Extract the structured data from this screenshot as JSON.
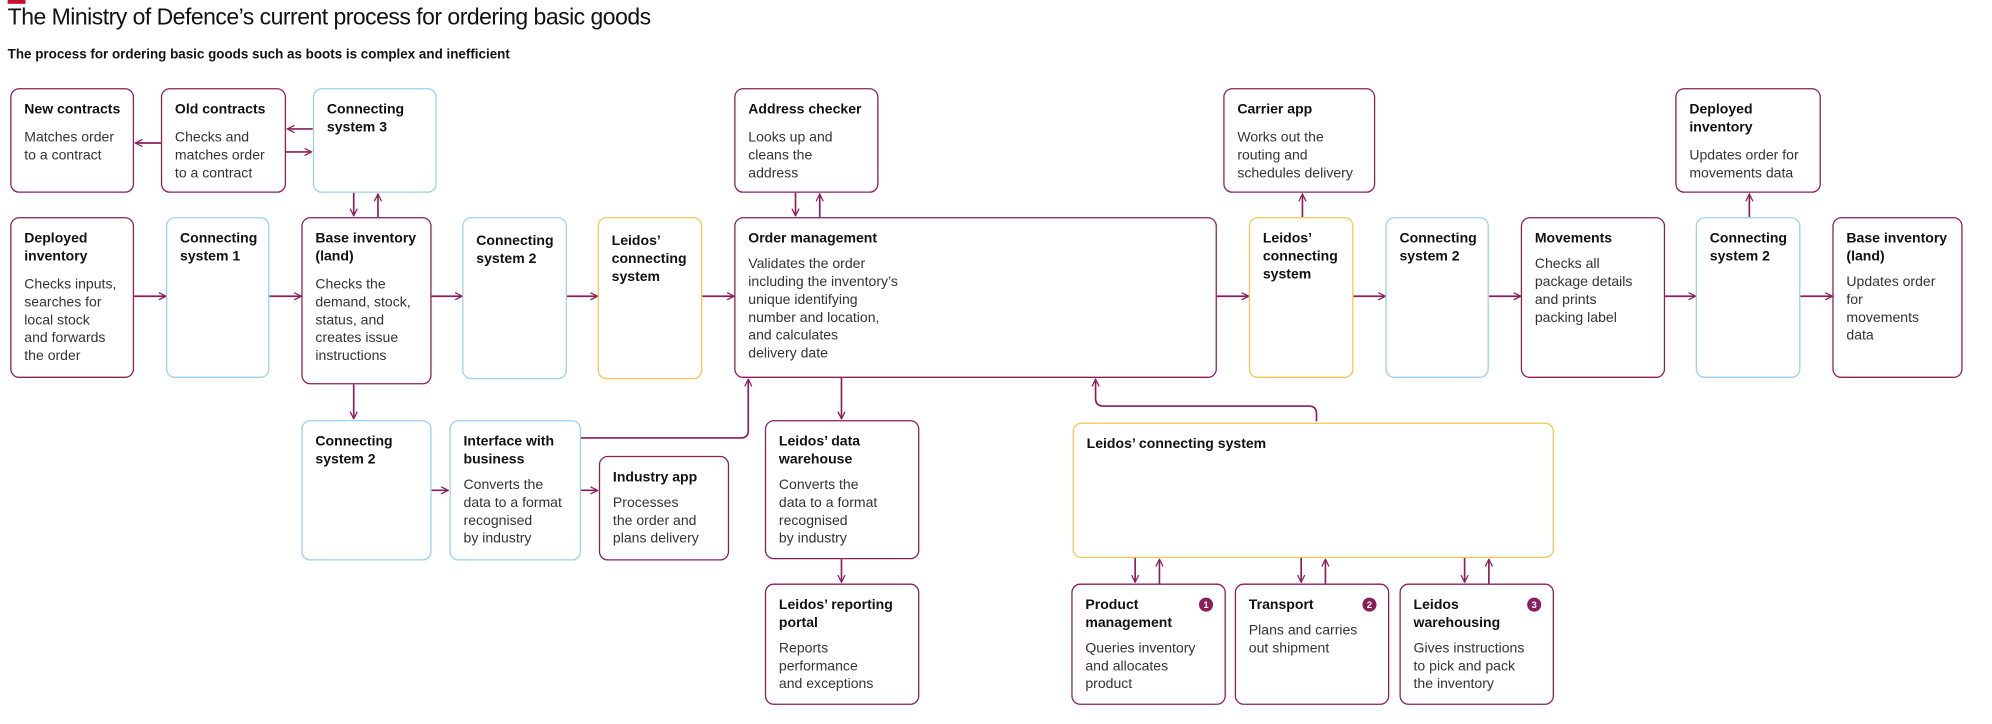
{
  "header": {
    "title": "The Ministry of Defence’s current process for ordering basic goods",
    "subtitle": "The process for ordering basic goods such as boots is complex and inefficient"
  },
  "colors": {
    "internal": "#8b1d5b",
    "connecting_system": "#9ccfee",
    "leidos_system": "#f4c64d",
    "accent_mark": "#c8102e"
  },
  "nodes": [
    {
      "title": "New contracts",
      "desc": "Matches order\nto a contract"
    },
    {
      "title": "Old contracts",
      "desc": "Checks and\nmatches order\nto a contract"
    },
    {
      "title": "Connecting\nsystem 3"
    },
    {
      "title": "Address checker",
      "desc": "Looks up and\ncleans the\naddress"
    },
    {
      "title": "Carrier app",
      "desc": "Works out the\nrouting and\nschedules delivery"
    },
    {
      "title": "Deployed\ninventory",
      "desc": "Updates order for\nmovements data"
    },
    {
      "title": "Deployed\ninventory",
      "desc": "Checks inputs,\nsearches for\nlocal stock\nand forwards\nthe order"
    },
    {
      "title": "Connecting\nsystem 1"
    },
    {
      "title": "Base inventory\n(land)",
      "desc": "Checks the\ndemand, stock,\nstatus, and\ncreates issue\ninstructions"
    },
    {
      "title": "Connecting\nsystem 2"
    },
    {
      "title": "Leidos’\nconnecting\nsystem"
    },
    {
      "title": "Order management",
      "desc": "Validates the order\nincluding the inventory’s\nunique identifying\nnumber and location,\nand calculates\ndelivery date"
    },
    {
      "title": "Leidos’\nconnecting\nsystem"
    },
    {
      "title": "Connecting\nsystem 2"
    },
    {
      "title": "Movements",
      "desc": "Checks all\npackage details\nand prints\npacking label"
    },
    {
      "title": "Connecting\nsystem 2"
    },
    {
      "title": "Base inventory\n(land)",
      "desc": "Updates order for\nmovements data"
    },
    {
      "title": "Connecting\nsystem 2"
    },
    {
      "title": "Interface with\nbusiness",
      "desc": "Converts the\ndata to a format\nrecognised\nby industry"
    },
    {
      "title": "Industry app",
      "desc": "Processes\nthe order and\nplans delivery"
    },
    {
      "title": "Leidos’ data\nwarehouse",
      "desc": "Converts the\ndata to a format\nrecognised\nby industry"
    },
    {
      "title": "Leidos’ reporting\nportal",
      "desc": "Reports\nperformance\nand exceptions"
    },
    {
      "title": "Leidos’ connecting system"
    },
    {
      "title": "Product\nmanagement",
      "badge": "1",
      "desc": "Queries inventory\nand allocates\nproduct"
    },
    {
      "title": "Transport",
      "badge": "2",
      "desc": "Plans and carries\nout shipment"
    },
    {
      "title": "Leidos\nwarehousing",
      "badge": "3",
      "desc": "Gives instructions\nto pick and pack\nthe inventory"
    }
  ]
}
